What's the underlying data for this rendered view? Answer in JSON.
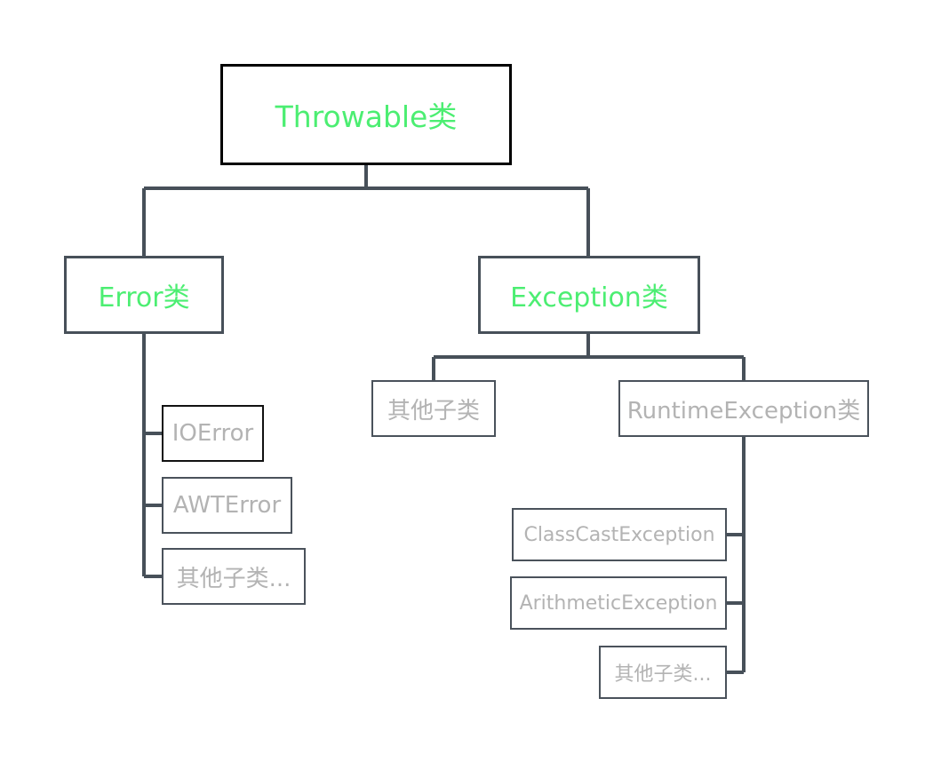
{
  "diagram": {
    "nodes": {
      "throwable": "Throwable类",
      "error": "Error类",
      "exception": "Exception类",
      "ioerror": "IOError",
      "awterror": "AWTError",
      "error_other": "其他子类...",
      "exception_other": "其他子类",
      "runtime_exception": "RuntimeException类",
      "class_cast_exception": "ClassCastException",
      "arithmetic_exception": "ArithmeticException",
      "runtime_other": "其他子类..."
    },
    "edges": [
      [
        "throwable",
        "error"
      ],
      [
        "throwable",
        "exception"
      ],
      [
        "error",
        "ioerror"
      ],
      [
        "error",
        "awterror"
      ],
      [
        "error",
        "error_other"
      ],
      [
        "exception",
        "exception_other"
      ],
      [
        "exception",
        "runtime_exception"
      ],
      [
        "runtime_exception",
        "class_cast_exception"
      ],
      [
        "runtime_exception",
        "arithmetic_exception"
      ],
      [
        "runtime_exception",
        "runtime_other"
      ]
    ]
  },
  "colors": {
    "connector": "#475059",
    "node_title": "#4cee72",
    "leaf_text": "#b3b3b3",
    "root_border": "#000000"
  }
}
